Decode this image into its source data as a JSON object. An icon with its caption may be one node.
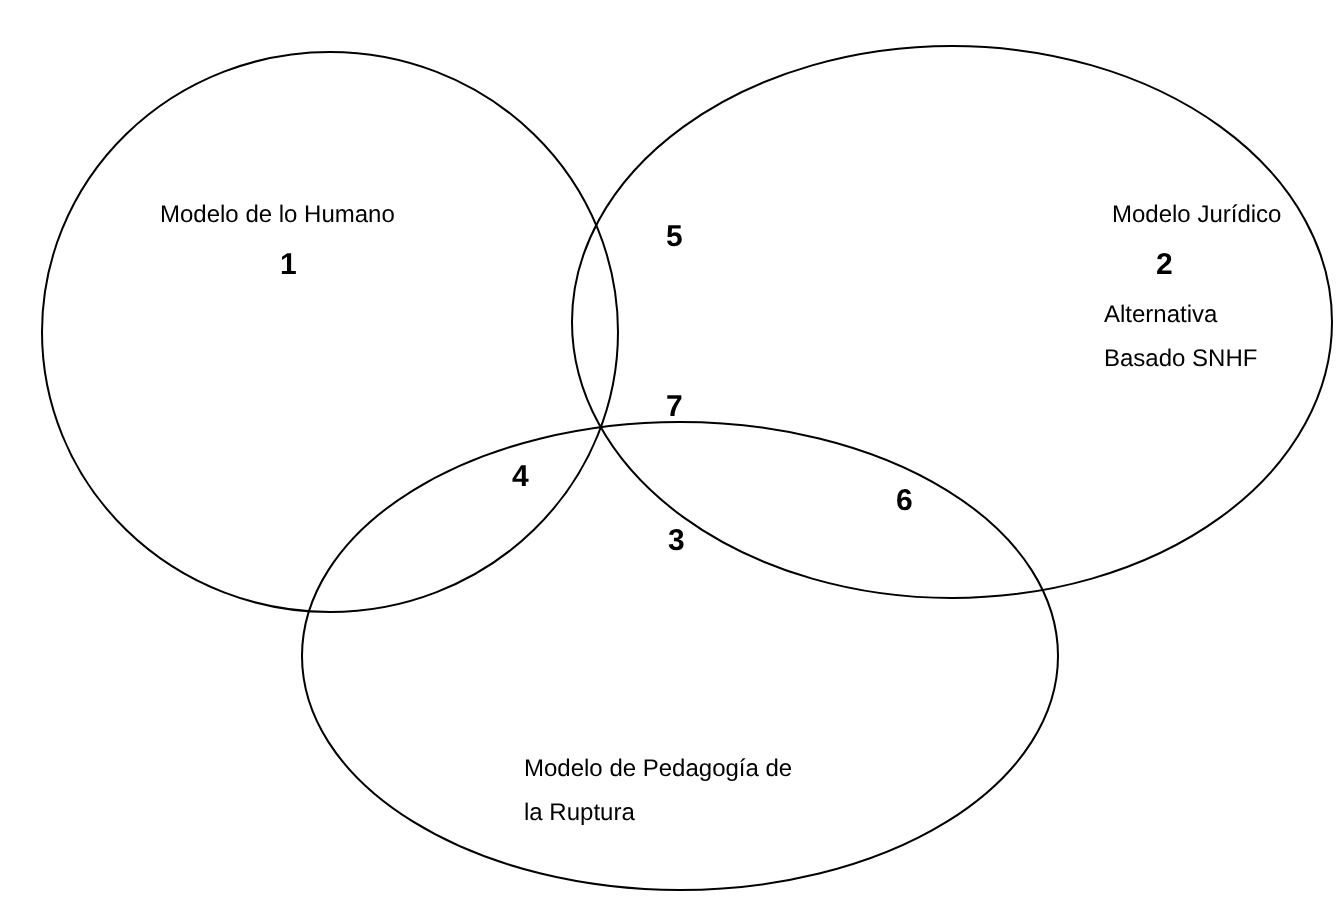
{
  "diagram": {
    "nodes": [
      {
        "text": [
          "Modelo de lo Humano",
          "1"
        ]
      },
      {
        "text": [
          "Modelo Jurídico",
          "2",
          "Alternativa Basado SNHF"
        ]
      },
      {
        "text": [
          "3",
          "Modelo de Pedagogía de la Ruptura"
        ]
      }
    ],
    "labels": [
      "5",
      "7",
      "4",
      "6"
    ]
  }
}
